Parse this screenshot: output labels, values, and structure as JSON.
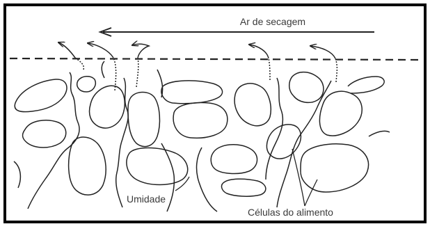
{
  "diagram": {
    "labels": {
      "drying_air": "Ar de secagem",
      "moisture": "Umidade",
      "food_cells": "Células do alimento"
    },
    "colors": {
      "ink": "#222222",
      "frame": "#000000",
      "text": "#3a3a3a",
      "background": "#ffffff"
    }
  }
}
